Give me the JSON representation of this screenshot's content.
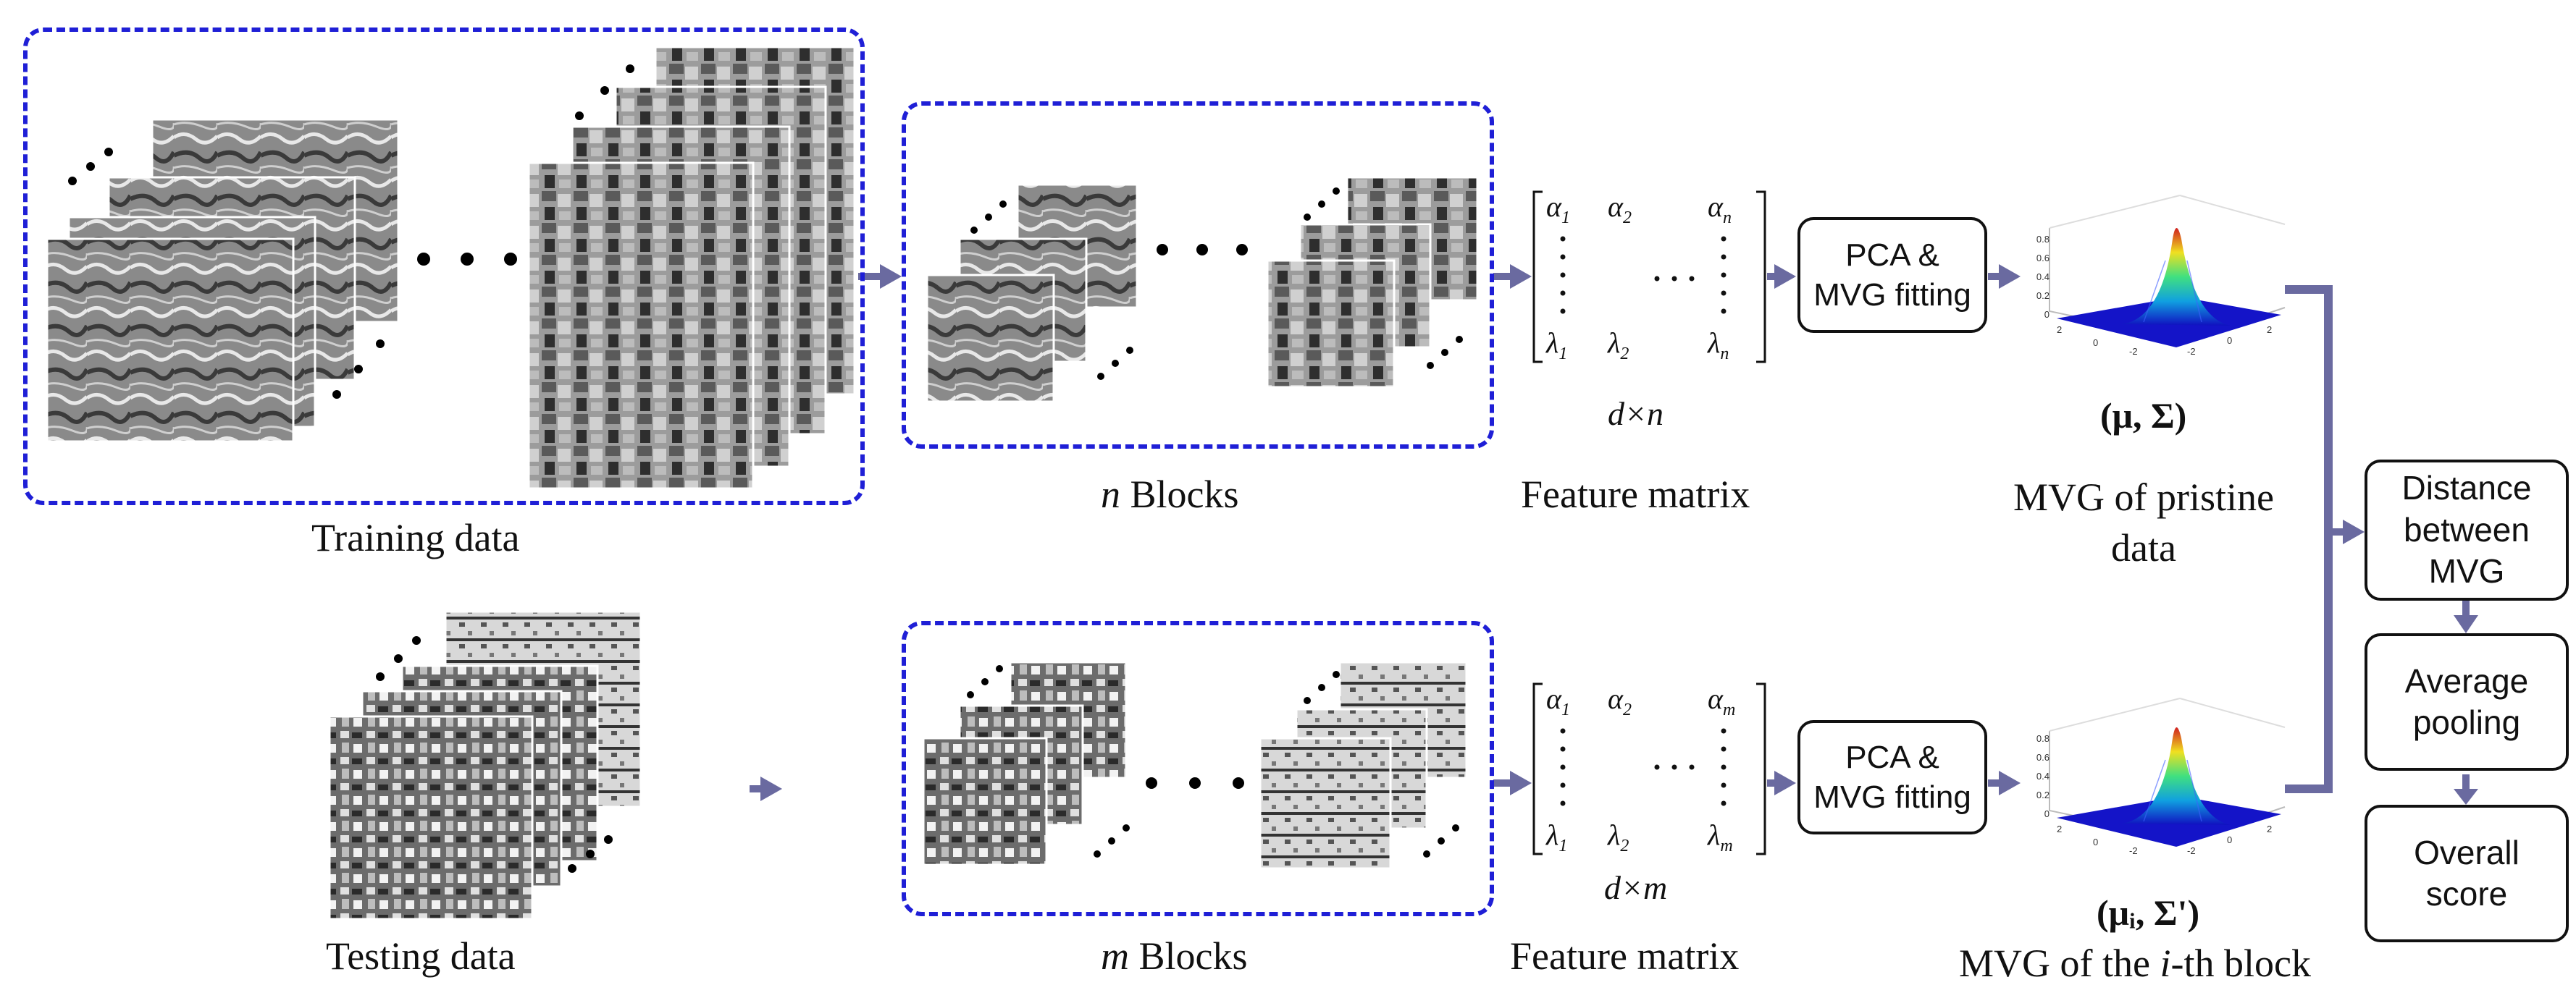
{
  "top_row": {
    "training_label": "Training data",
    "blocks_label_var": "n",
    "blocks_label_text": "Blocks",
    "feature_matrix_label": "Feature matrix",
    "matrix_dims": "d×n",
    "pca_box": [
      "PCA &",
      "MVG fitting"
    ],
    "mvg_params": "(μ, Σ)",
    "mvg_label_line1": "MVG of pristine",
    "mvg_label_line2": "data",
    "matrix_top": [
      "α",
      "α",
      "α"
    ],
    "matrix_top_sub": [
      "1",
      "2",
      "n"
    ],
    "matrix_bottom": [
      "λ",
      "λ",
      "λ"
    ],
    "matrix_bottom_sub": [
      "1",
      "2",
      "n"
    ]
  },
  "bottom_row": {
    "testing_label": "Testing data",
    "blocks_label_var": "m",
    "blocks_label_text": "Blocks",
    "feature_matrix_label": "Feature matrix",
    "matrix_dims": "d×m",
    "pca_box": [
      "PCA &",
      "MVG fitting"
    ],
    "mvg_params": "(μᵢ, Σ')",
    "mvg_label_prefix": "MVG of the ",
    "mvg_label_var": "i",
    "mvg_label_suffix": "-th block",
    "matrix_top": [
      "α",
      "α",
      "α"
    ],
    "matrix_top_sub": [
      "1",
      "2",
      "m"
    ],
    "matrix_bottom": [
      "λ",
      "λ",
      "λ"
    ],
    "matrix_bottom_sub": [
      "1",
      "2",
      "m"
    ]
  },
  "right_column": {
    "distance_box": [
      "Distance",
      "between",
      "MVG"
    ],
    "pooling_box": [
      "Average",
      "pooling"
    ],
    "score_box": [
      "Overall",
      "score"
    ]
  },
  "plot_ticks": {
    "z": [
      "0.8",
      "0.6",
      "0.4",
      "0.2",
      "0"
    ],
    "x": [
      "2",
      "0",
      "-2"
    ],
    "y": [
      "-2",
      "0",
      "2"
    ]
  },
  "colors": {
    "dash_border": "#1f1fd6",
    "arrow": "#6a6aa0",
    "surface_low": "#1010c0",
    "surface_high": "#d02020"
  }
}
